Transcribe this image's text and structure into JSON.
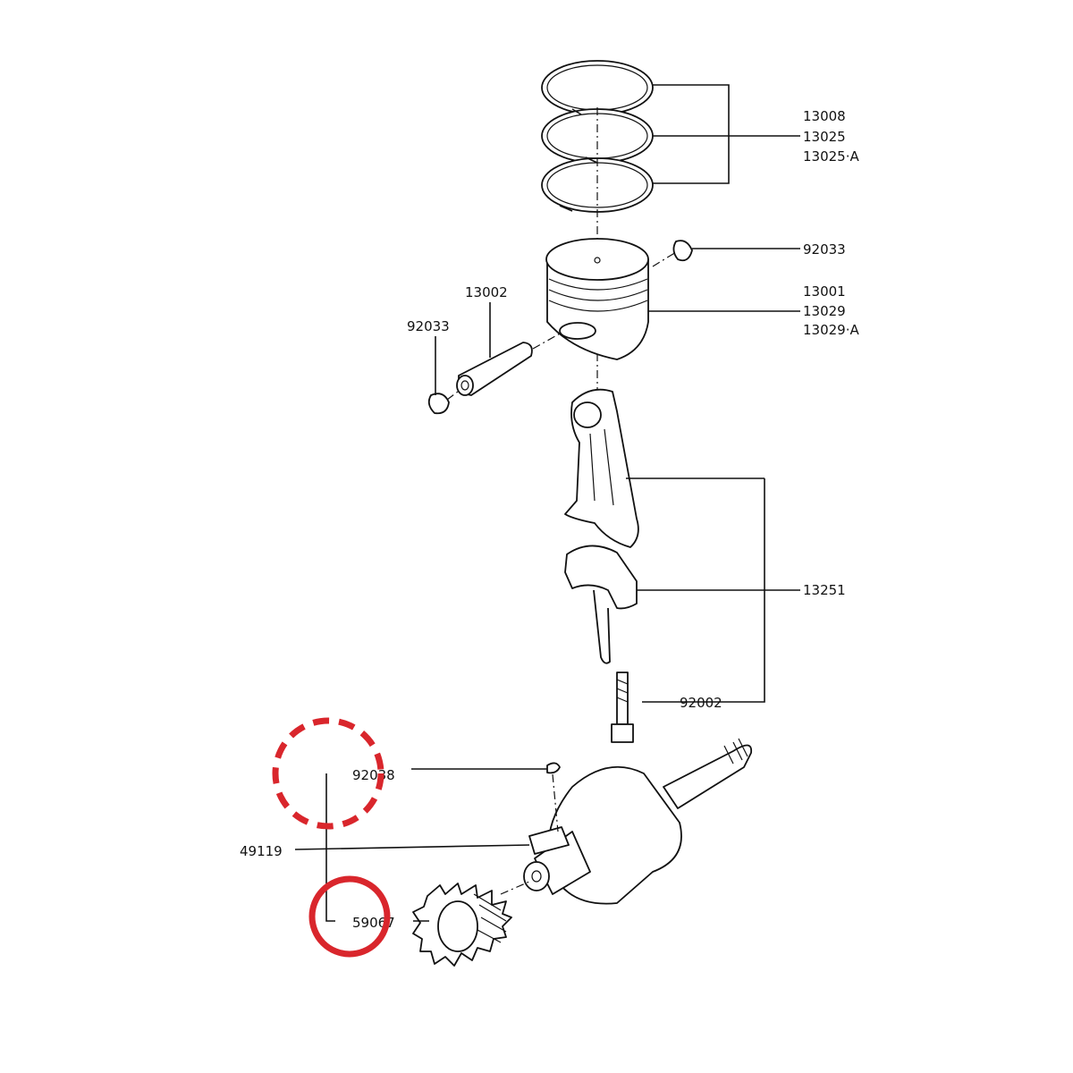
{
  "labels": {
    "ring_set_1": "13008",
    "ring_set_2": "13025",
    "ring_set_3": "13025·A",
    "piston_circlip": "92033",
    "piston_1": "13001",
    "piston_2": "13029",
    "piston_3": "13029·A",
    "piston_pin": "13002",
    "pin_circlip": "92033",
    "connecting_rod": "13251",
    "rod_bolt": "92002",
    "crank_key": "92038",
    "crank_bearing": "49119",
    "crank_gear": "59067"
  },
  "highlight_colors": {
    "dashed_circle": "#d9262c",
    "solid_circle": "#d9262c"
  }
}
